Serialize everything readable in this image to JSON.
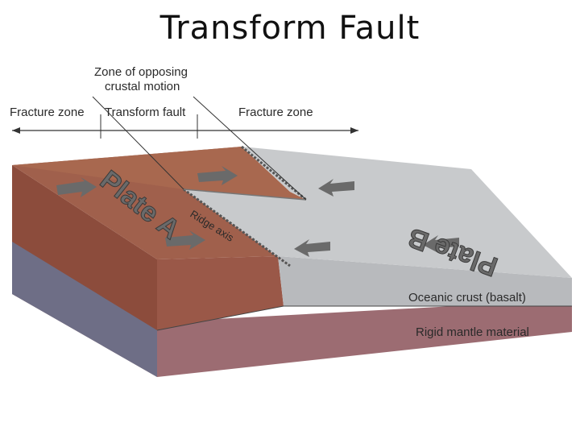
{
  "title": "Transform Fault",
  "labels": {
    "zone_line1": "Zone of opposing",
    "zone_line2": "crustal motion",
    "fracture_zone_left": "Fracture zone",
    "transform_fault": "Transform fault",
    "fracture_zone_right": "Fracture zone",
    "ridge_axis": "Ridge axis",
    "plate_a": "Plate A",
    "plate_b": "Plate B",
    "oceanic_crust": "Oceanic crust (basalt)",
    "rigid_mantle": "Rigid mantle material"
  },
  "colors": {
    "plate_a_top": "#a0604c",
    "plate_a_side": "#8c4c3c",
    "plate_b_top": "#c8cacc",
    "plate_b_side": "#b8babd",
    "mantle": "#9c6c72",
    "mantle_dark": "#6e6e86",
    "arrow_fill": "#6a6a6a"
  }
}
